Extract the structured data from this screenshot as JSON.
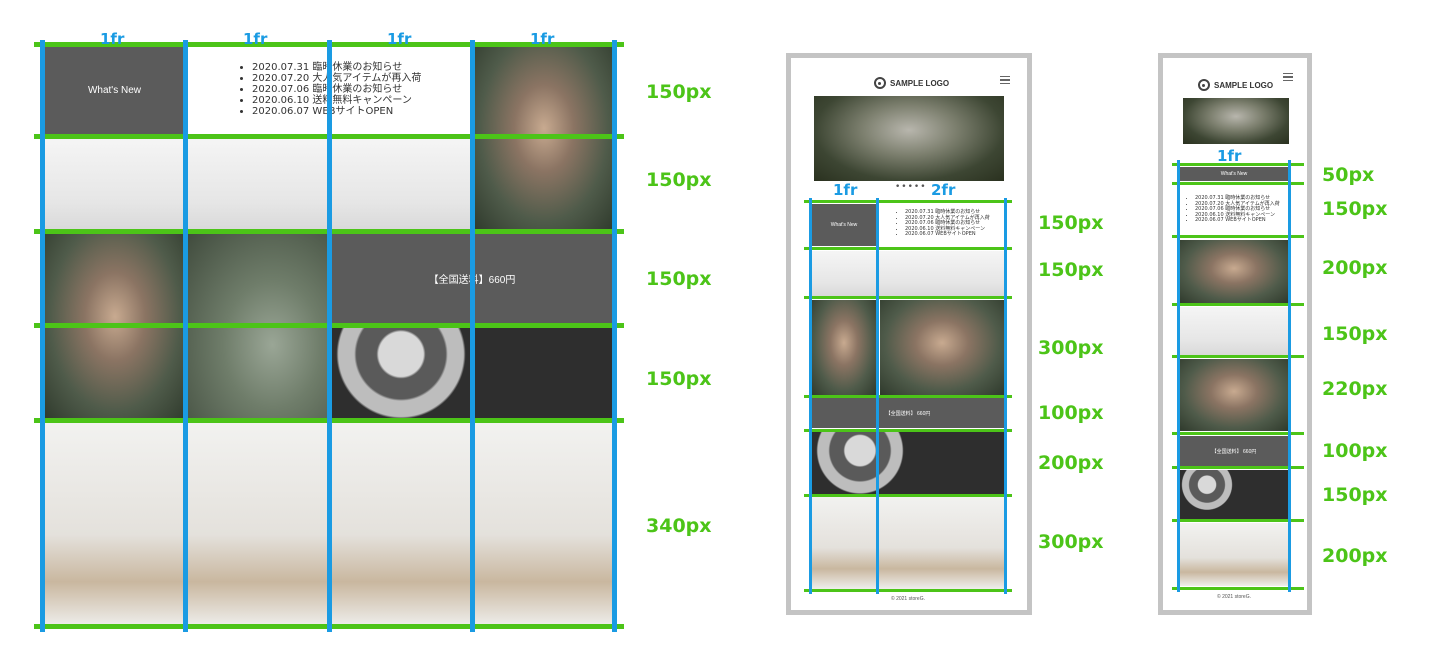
{
  "colors": {
    "row_line": "#4cc418",
    "col_line": "#1a9be3",
    "grey_cell": "#5b5b5b",
    "phone_frame": "#c4c4c4"
  },
  "desktop": {
    "col_labels": [
      "1fr",
      "1fr",
      "1fr",
      "1fr"
    ],
    "row_labels": [
      "150px",
      "150px",
      "150px",
      "150px",
      "340px"
    ],
    "whats_new": "What's New",
    "news": [
      "2020.07.31 臨時休業のお知らせ",
      "2020.07.20 大人気アイテムが再入荷",
      "2020.07.06 臨時休業のお知らせ",
      "2020.06.10 送料無料キャンペーン",
      "2020.06.07 WEBサイトOPEN"
    ],
    "banner": "【全国送料】660円"
  },
  "tablet": {
    "logo": "SAMPLE LOGO",
    "dots": "•••••",
    "col_labels": [
      "1fr",
      "2fr"
    ],
    "row_labels": [
      "150px",
      "150px",
      "300px",
      "100px",
      "200px",
      "300px"
    ],
    "whats_new": "What's New",
    "banner": "【全国送料】 660円",
    "footer": "© 2021 storeG."
  },
  "mobile": {
    "logo": "SAMPLE LOGO",
    "col_label": "1fr",
    "row_labels": [
      "50px",
      "150px",
      "200px",
      "150px",
      "220px",
      "100px",
      "150px",
      "200px"
    ],
    "whats_new": "What's New",
    "banner": "【全国送料】 660円",
    "footer": "© 2021 storeG."
  }
}
